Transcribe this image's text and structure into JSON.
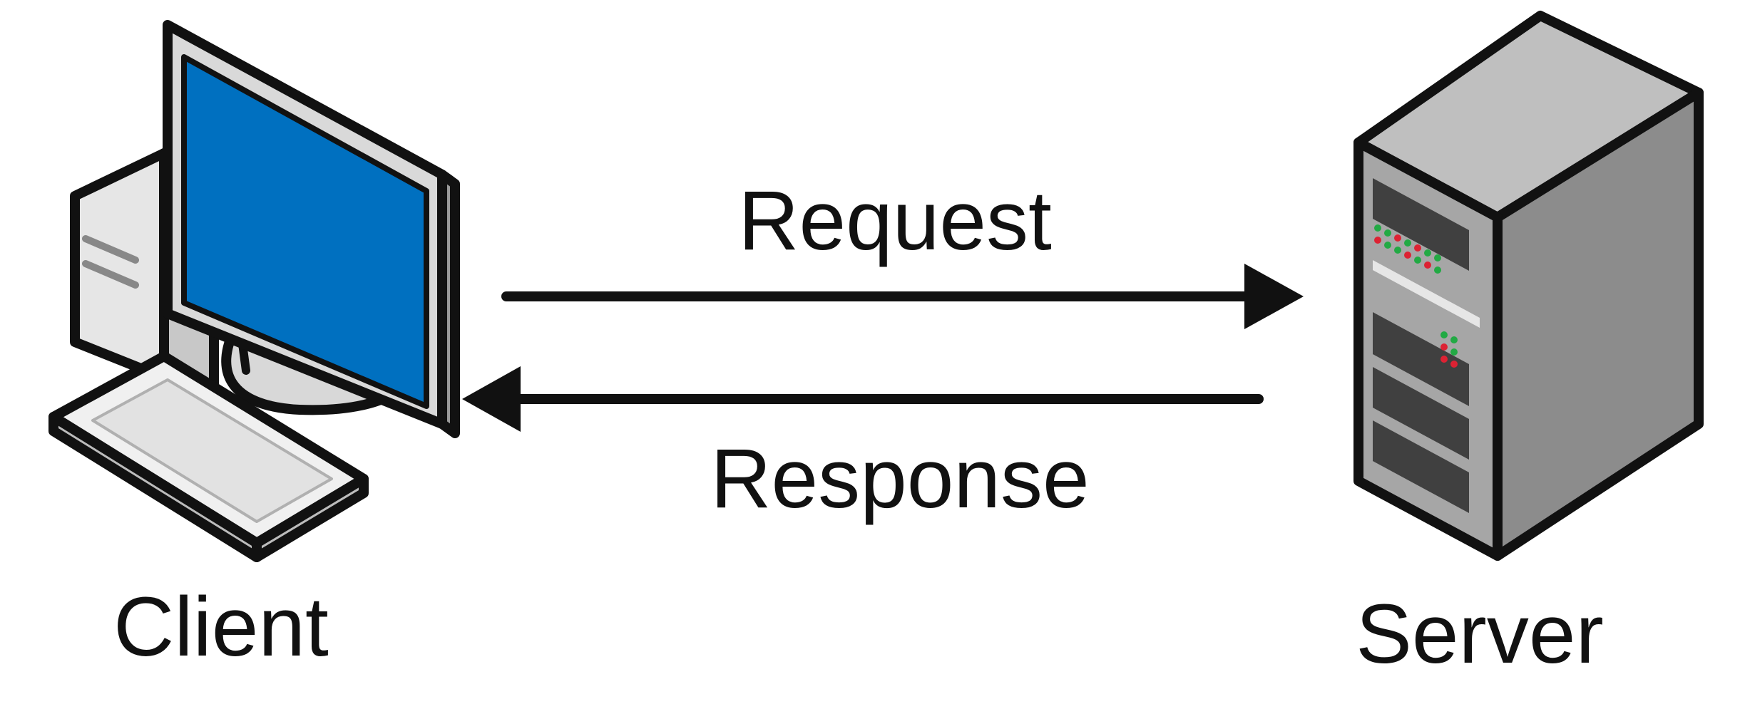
{
  "diagram": {
    "request_label": "Request",
    "response_label": "Response",
    "client_label": "Client",
    "server_label": "Server"
  },
  "colors": {
    "outline": "#111111",
    "screen": "#0070c0",
    "case_light": "#e6e6e6",
    "case_mid": "#c8c8c8",
    "server_front": "#a6a6a6",
    "server_side": "#8c8c8c",
    "server_top": "#bfbfbf",
    "server_bay": "#404040",
    "led_green": "#22aa44",
    "led_red": "#dd2233"
  },
  "icons": {
    "client": "desktop-computer-icon",
    "server": "server-tower-icon"
  }
}
